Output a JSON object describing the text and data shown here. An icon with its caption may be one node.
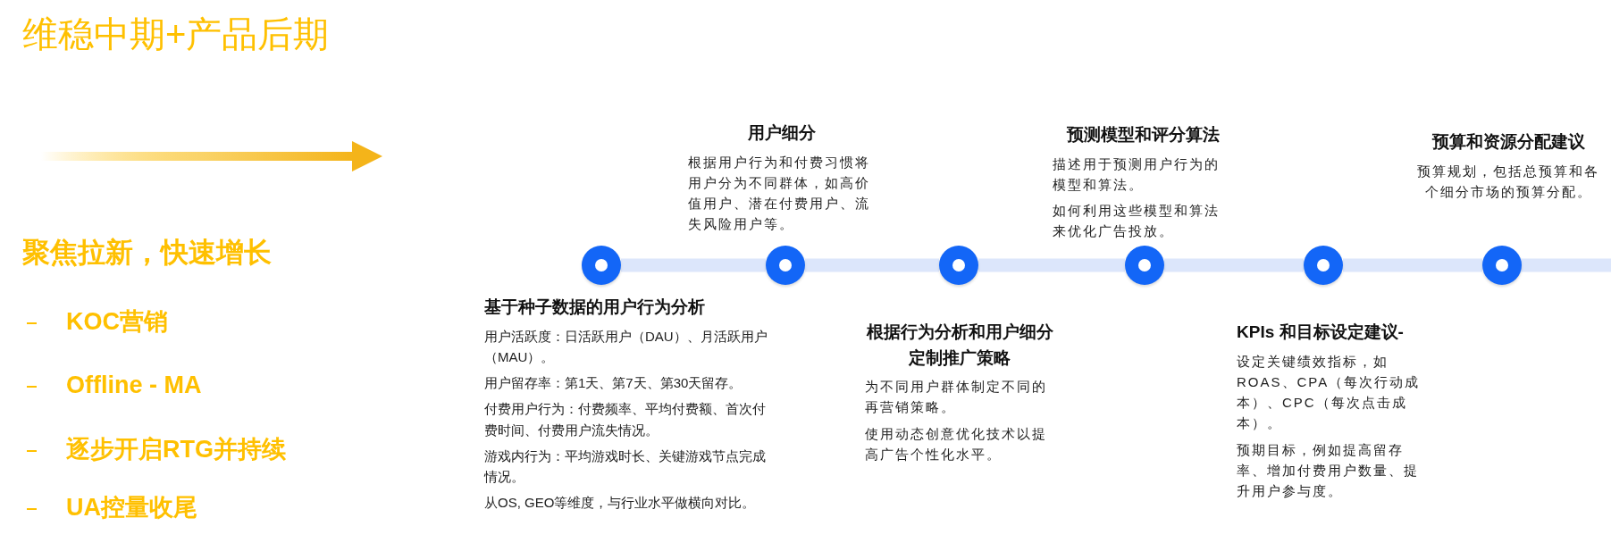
{
  "diagram": {
    "title": "维稳中期+产品后期",
    "nodes": [
      {
        "text": [
          "基于种子数据的用户行为分析",
          "用户活跃度：日活跃用户（DAU）、月活跃用户（MAU）。",
          "用户留存率：第1天、第7天、第30天留存。",
          "付费用户行为：付费频率、平均付费额、首次付费时间、付费用户流失情况。",
          "游戏内行为：平均游戏时长、关键游戏节点完成情况。",
          "从OS, GEO等维度，与行业水平做横向对比。"
        ]
      },
      {
        "text": [
          "用户细分",
          "根据用户行为和付费习惯将用户分为不同群体，如高价值用户、潜在付费用户、流失风险用户等。"
        ]
      },
      {
        "text": [
          "根据行为分析和用户细分定制推广策略",
          "为不同用户群体制定不同的再营销策略。",
          "使用动态创意优化技术以提高广告个性化水平。"
        ]
      },
      {
        "text": [
          "预测模型和评分算法",
          "描述用于预测用户行为的模型和算法。",
          "如何利用这些模型和算法来优化广告投放。"
        ]
      },
      {
        "text": [
          "KPIs 和目标设定建议-",
          "设定关键绩效指标，如ROAS、CPA（每次行动成本）、CPC（每次点击成本）。",
          "预期目标，例如提高留存率、增加付费用户数量、提升用户参与度。"
        ]
      },
      {
        "text": [
          "预算和资源分配建议",
          "预算规划，包括总预算和各个细分市场的预算分配。"
        ]
      },
      {
        "text": [],
        "shape": "circle"
      },
      {
        "text": [],
        "shape": "circle"
      },
      {
        "text": [],
        "shape": "circle"
      },
      {
        "text": [],
        "shape": "circle"
      },
      {
        "text": [],
        "shape": "circle"
      },
      {
        "text": [],
        "shape": "circle"
      }
    ],
    "edges": [
      {
        "from": 6,
        "to": 7,
        "arrow": "none"
      },
      {
        "from": 7,
        "to": 8,
        "arrow": "none"
      },
      {
        "from": 8,
        "to": 9,
        "arrow": "none"
      },
      {
        "from": 9,
        "to": 10,
        "arrow": "none"
      },
      {
        "from": 10,
        "to": 11,
        "arrow": "none"
      },
      {
        "from": 11,
        "to": null,
        "arrow": "none"
      }
    ],
    "labels": [
      "聚焦拉新，快速增长",
      "KOC营销",
      "Offline - MA",
      "逐步开启RTG并持续",
      "UA控量收尾"
    ]
  }
}
